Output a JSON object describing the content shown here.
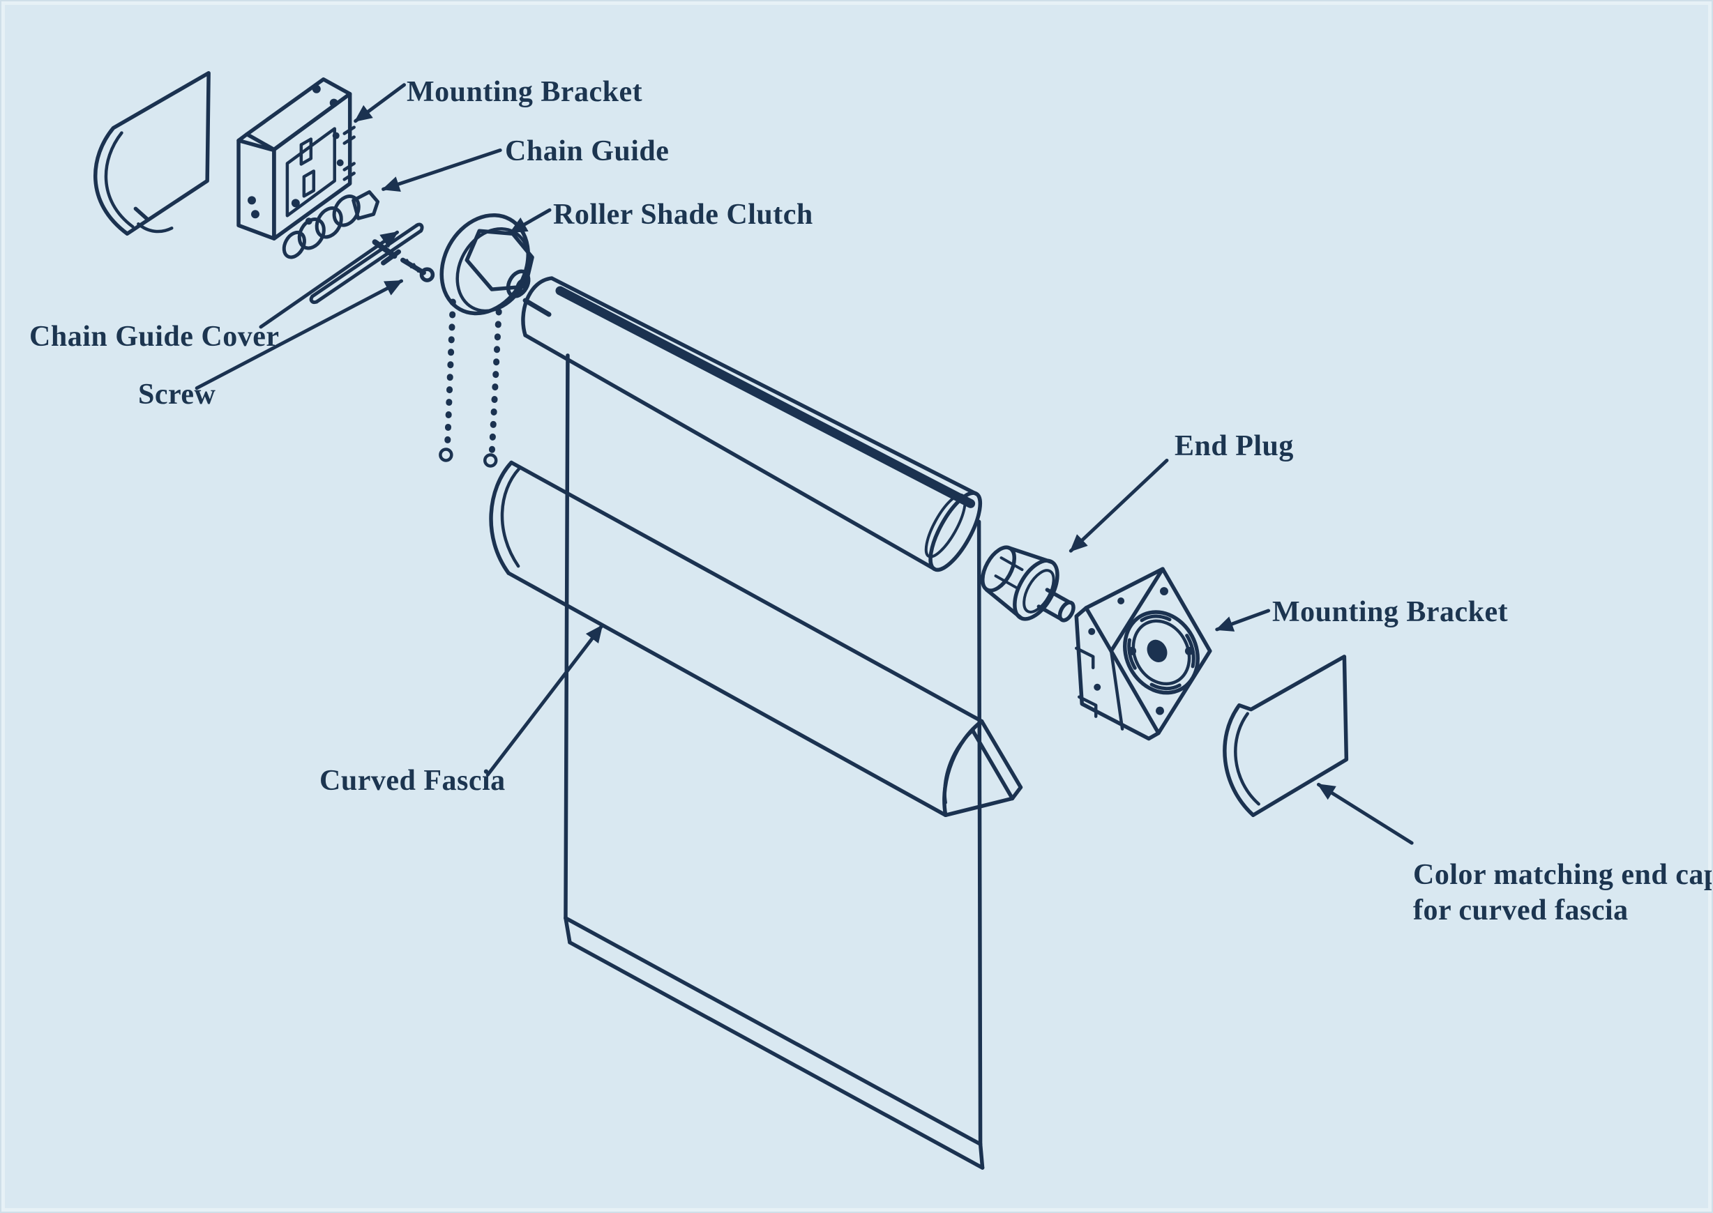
{
  "diagram": {
    "colors": {
      "background": "#d9e8f1",
      "line": "#1b3250",
      "text": "#1c3550"
    },
    "labels": {
      "mounting_bracket_left": "Mounting Bracket",
      "chain_guide": "Chain Guide",
      "roller_shade_clutch": "Roller Shade Clutch",
      "chain_guide_cover": "Chain Guide Cover",
      "screw": "Screw",
      "end_plug": "End Plug",
      "mounting_bracket_right": "Mounting Bracket",
      "curved_fascia": "Curved Fascia",
      "color_matching_end_cap_line1": "Color matching end cap",
      "color_matching_end_cap_line2": "for curved fascia"
    }
  }
}
